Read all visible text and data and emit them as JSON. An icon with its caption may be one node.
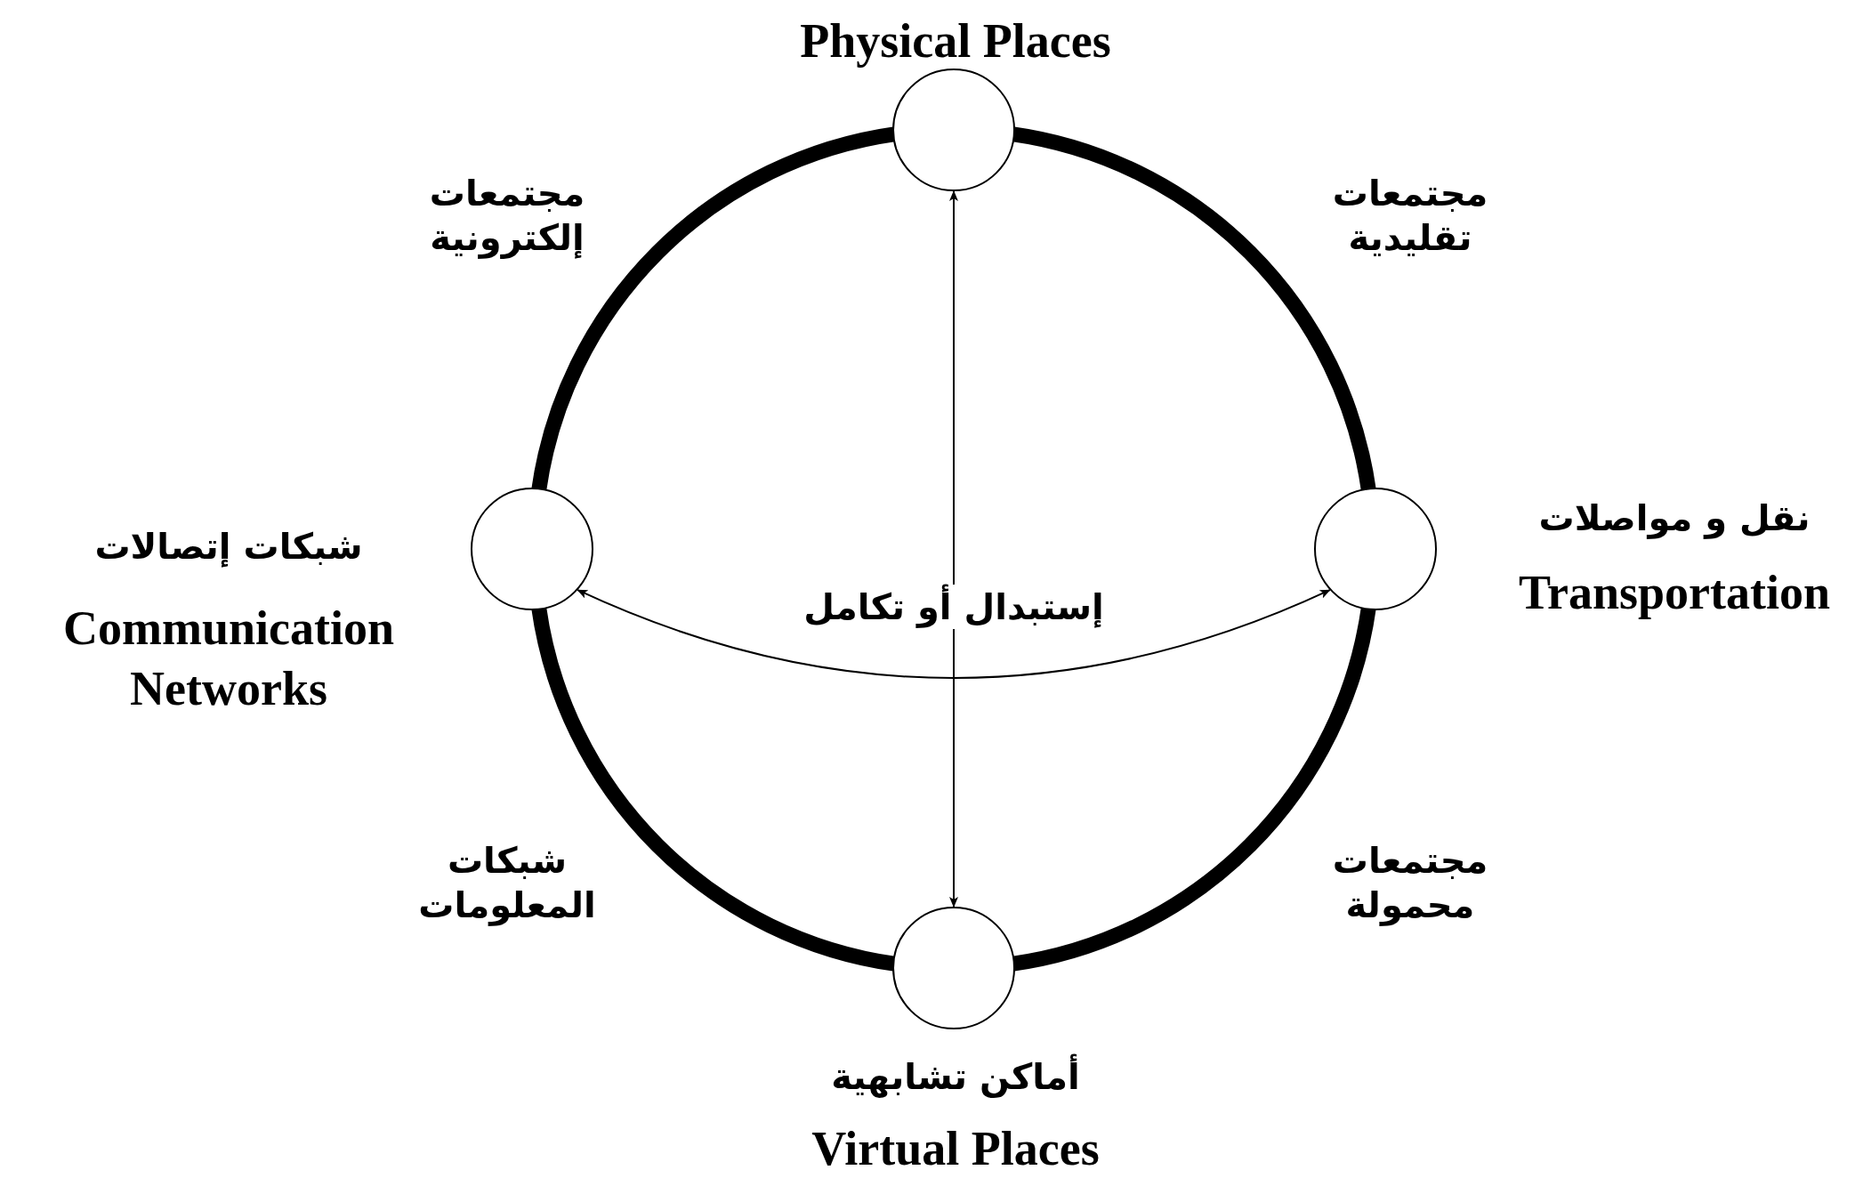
{
  "diagram": {
    "nodes": [
      {
        "text": [],
        "shape": "circle",
        "beside": [
          "Physical Places"
        ]
      },
      {
        "text": [],
        "shape": "circle",
        "beside": [
          "شبكات إتصالات",
          "Communication Networks"
        ]
      },
      {
        "text": [],
        "shape": "circle",
        "beside": [
          "نقل و مواصلات",
          "Transportation"
        ]
      },
      {
        "text": [],
        "shape": "circle",
        "beside": [
          "أماكن تشابهية",
          "Virtual Places"
        ]
      }
    ],
    "edges": [
      {
        "from": 0,
        "to": 3,
        "arrow": "both"
      },
      {
        "from": 1,
        "to": 2,
        "arrow": "both",
        "label": "إستبدال أو تكامل"
      },
      {
        "from": 0,
        "to": 2,
        "arrow": "none"
      },
      {
        "from": 2,
        "to": 3,
        "arrow": "none"
      },
      {
        "from": 3,
        "to": 1,
        "arrow": "none"
      },
      {
        "from": 1,
        "to": 0,
        "arrow": "none"
      }
    ],
    "labels": [
      "مجتمعات إلكترونية",
      "مجتمعات تقليدية",
      "شبكات المعلومات",
      "مجتمعات محمولة"
    ]
  }
}
